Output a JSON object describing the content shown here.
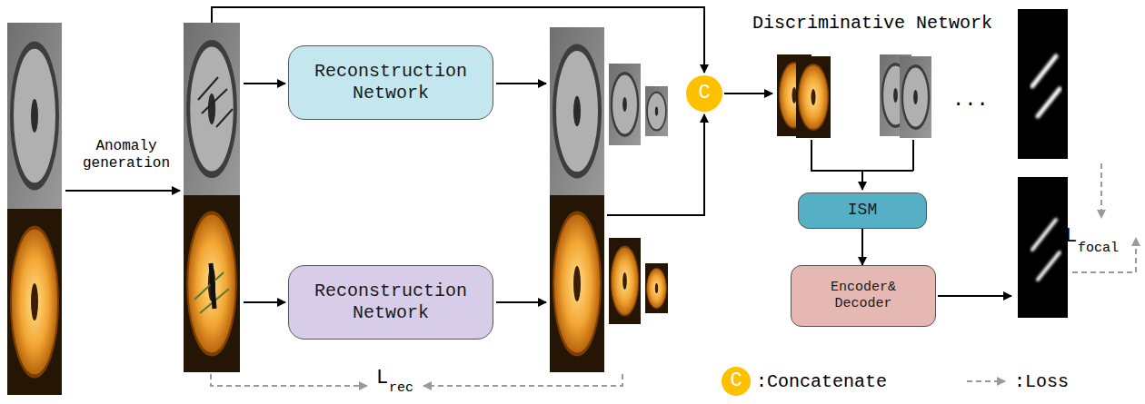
{
  "diagram": {
    "nodes": [
      {
        "text": [
          "Reconstruction Network"
        ]
      },
      {
        "text": [
          "Reconstruction Network"
        ]
      },
      {
        "text": [
          "C"
        ]
      },
      {
        "text": [
          "ISM"
        ]
      },
      {
        "text": [
          "Encoder& Decoder"
        ]
      }
    ],
    "edges": [
      {
        "from": 3,
        "to": 4,
        "arrow": "to"
      }
    ],
    "labels": [
      "Anomaly generation",
      "Discriminative Network",
      "...",
      "L",
      "focal",
      "L",
      "rec",
      "C"
    ],
    "legend": [
      {
        "text": ":Concatenate",
        "color": "#FFC000"
      },
      {
        "text": ":Loss"
      }
    ]
  }
}
